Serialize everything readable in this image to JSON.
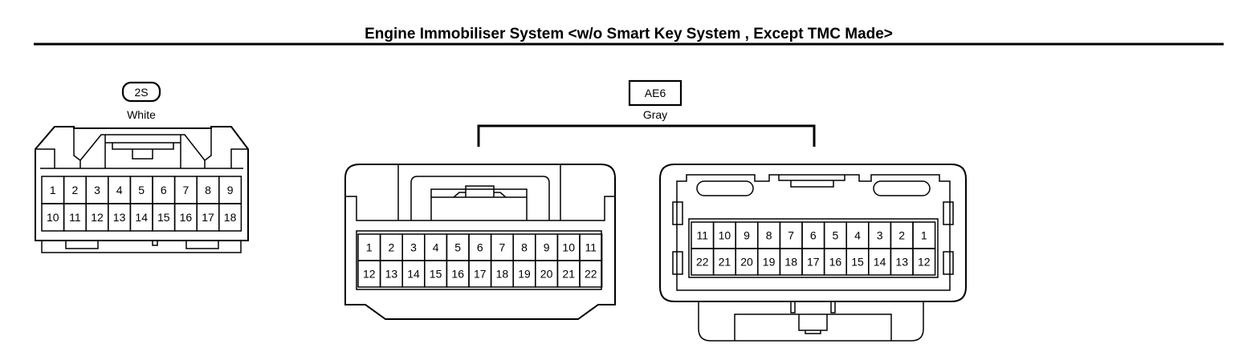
{
  "title": "Engine Immobiliser System <w/o Smart Key System , Except TMC Made>",
  "connectors": {
    "c2s": {
      "code": "2S",
      "color": "White",
      "rows": [
        [
          "1",
          "2",
          "3",
          "4",
          "5",
          "6",
          "7",
          "8",
          "9"
        ],
        [
          "10",
          "11",
          "12",
          "13",
          "14",
          "15",
          "16",
          "17",
          "18"
        ]
      ]
    },
    "ae6": {
      "code": "AE6",
      "color": "Gray",
      "front": {
        "rows": [
          [
            "1",
            "2",
            "3",
            "4",
            "5",
            "6",
            "7",
            "8",
            "9",
            "10",
            "11"
          ],
          [
            "12",
            "13",
            "14",
            "15",
            "16",
            "17",
            "18",
            "19",
            "20",
            "21",
            "22"
          ]
        ]
      },
      "rear": {
        "rows": [
          [
            "11",
            "10",
            "9",
            "8",
            "7",
            "6",
            "5",
            "4",
            "3",
            "2",
            "1"
          ],
          [
            "22",
            "21",
            "20",
            "19",
            "18",
            "17",
            "16",
            "15",
            "14",
            "13",
            "12"
          ]
        ]
      }
    }
  }
}
